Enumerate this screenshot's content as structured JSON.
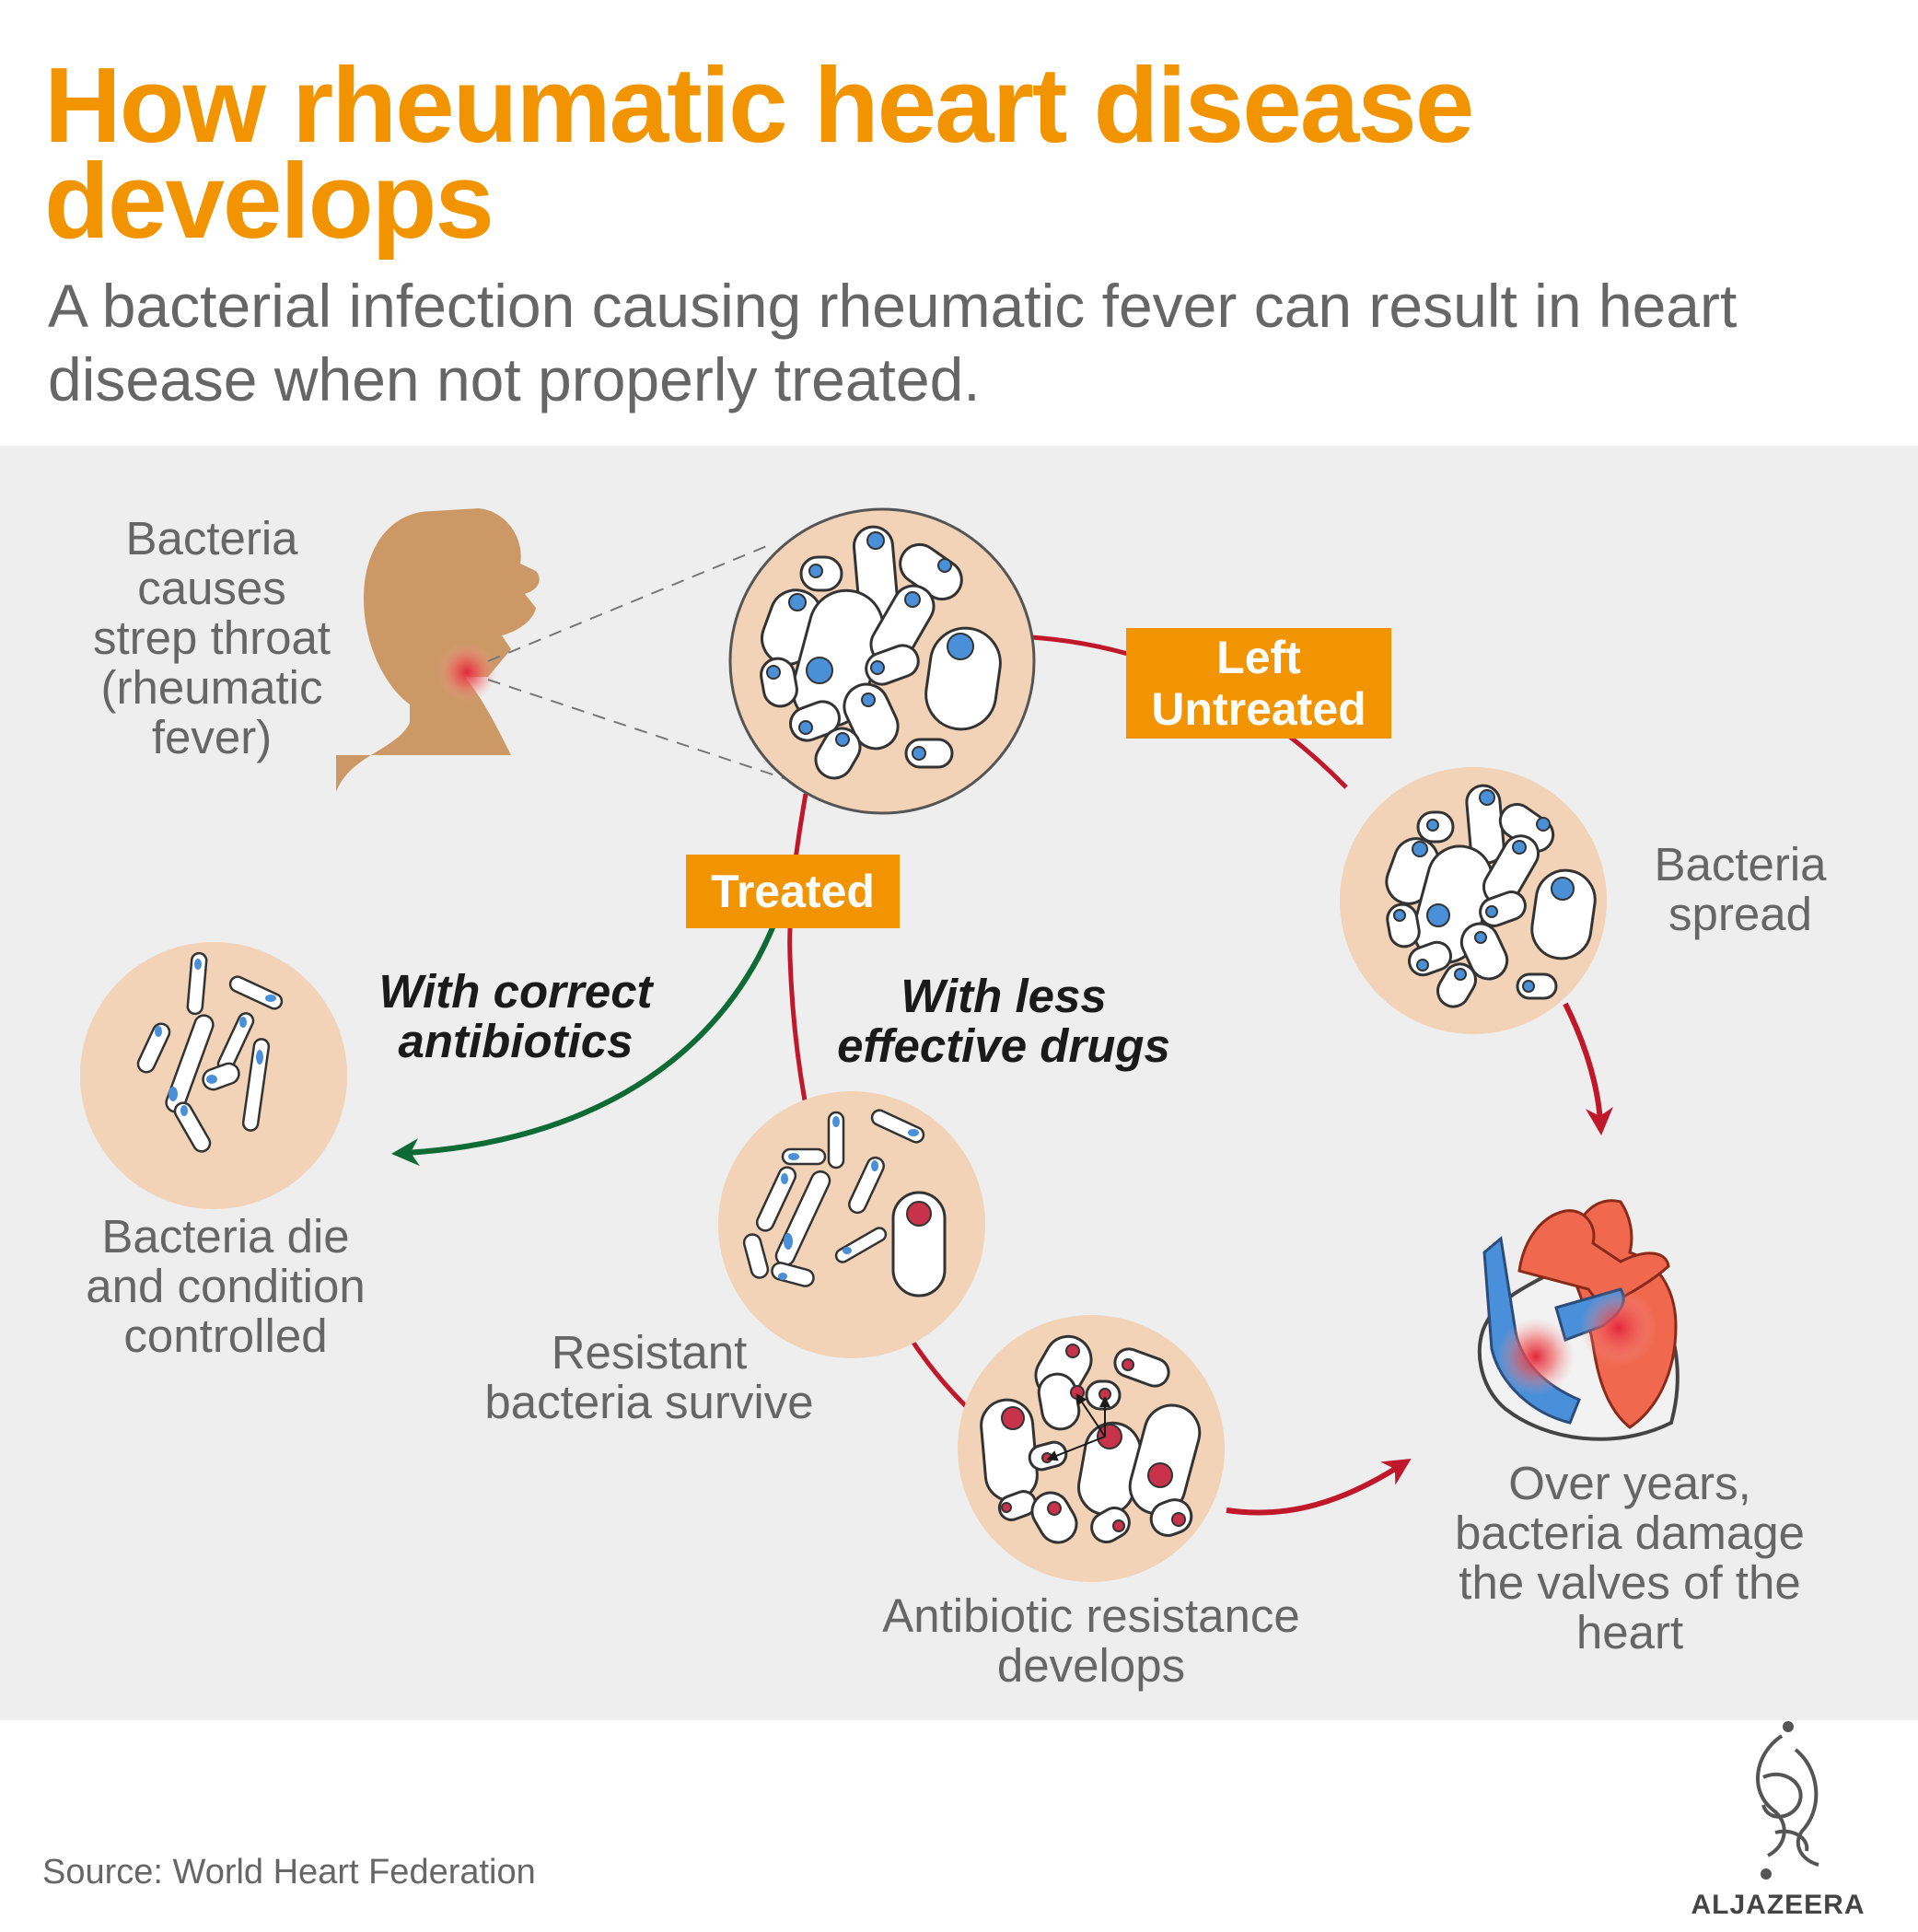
{
  "header": {
    "title": "How rheumatic heart disease develops",
    "subtitle": "A bacterial infection causing rheumatic fever can result in heart disease when not properly treated."
  },
  "labels": {
    "strep": "Bacteria\ncauses\nstrep throat\n(rheumatic\nfever)",
    "spread": "Bacteria\nspread",
    "die": "Bacteria die\nand condition\ncontrolled",
    "resistant": "Resistant\nbacteria survive",
    "resistance": "Antibiotic resistance\ndevelops",
    "damage": "Over years,\nbacteria damage\nthe valves of the\nheart",
    "correct": "With correct\nantibiotics",
    "less": "With less\neffective drugs"
  },
  "badges": {
    "untreated": "Left\nUntreated",
    "treated": "Treated"
  },
  "footer": {
    "source": "Source: World Heart Federation",
    "brand": "ALJAZEERA"
  },
  "colors": {
    "accent": "#f29400",
    "red_path": "#c0182a",
    "green_path": "#0f6b35",
    "circle_fill": "#f2d3b8",
    "bacteria_blue": "#4a90d9",
    "bacteria_red": "#c8324a",
    "skin": "#cc9966"
  },
  "icons": [
    "head-silhouette-icon",
    "heart-icon",
    "aljazeera-logo-icon"
  ]
}
